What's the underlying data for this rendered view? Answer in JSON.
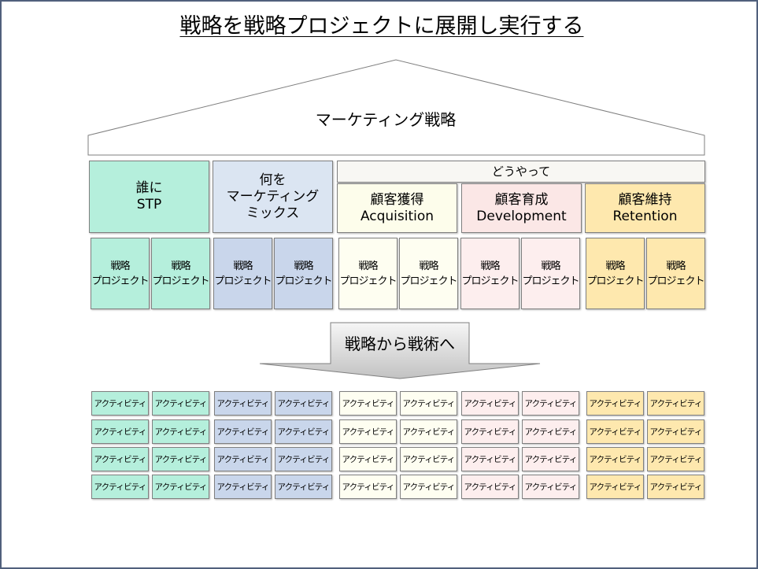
{
  "title": "戦略を戦略プロジェクトに展開し実行する",
  "roof": {
    "label": "マーケティング戦略"
  },
  "pillars": {
    "who": {
      "lines": [
        "誰に",
        "STP"
      ]
    },
    "what": {
      "lines": [
        "何を",
        "マーケティング",
        "ミックス"
      ]
    },
    "how": {
      "header": "どうやって",
      "stages": [
        {
          "jp": "顧客獲得",
          "en": "Acquisition"
        },
        {
          "jp": "顧客育成",
          "en": "Development"
        },
        {
          "jp": "顧客維持",
          "en": "Retention"
        }
      ]
    }
  },
  "projects": [
    {
      "lines": [
        "戦略",
        "プロジェクト"
      ]
    },
    {
      "lines": [
        "戦略",
        "プロジェクト"
      ]
    },
    {
      "lines": [
        "戦略",
        "プロジェクト"
      ]
    },
    {
      "lines": [
        "戦略",
        "プロジェクト"
      ]
    },
    {
      "lines": [
        "戦略",
        "プロジェクト"
      ]
    },
    {
      "lines": [
        "戦略",
        "プロジェクト"
      ]
    },
    {
      "lines": [
        "戦略",
        "プロジェクト"
      ]
    },
    {
      "lines": [
        "戦略",
        "プロジェクト"
      ]
    },
    {
      "lines": [
        "戦略",
        "プロジェクト"
      ]
    },
    {
      "lines": [
        "戦略",
        "プロジェクト"
      ]
    }
  ],
  "arrow": {
    "label": "戦略から戦術へ"
  },
  "activities": [
    [
      "アクティビティ",
      "アクティビティ",
      "アクティビティ",
      "アクティビティ",
      "アクティビティ",
      "アクティビティ",
      "アクティビティ",
      "アクティビティ",
      "アクティビティ",
      "アクティビティ"
    ],
    [
      "アクティビティ",
      "アクティビティ",
      "アクティビティ",
      "アクティビティ",
      "アクティビティ",
      "アクティビティ",
      "アクティビティ",
      "アクティビティ",
      "アクティビティ",
      "アクティビティ"
    ],
    [
      "アクティビティ",
      "アクティビティ",
      "アクティビティ",
      "アクティビティ",
      "アクティビティ",
      "アクティビティ",
      "アクティビティ",
      "アクティビティ",
      "アクティビティ",
      "アクティビティ"
    ],
    [
      "アクティビティ",
      "アクティビティ",
      "アクティビティ",
      "アクティビティ",
      "アクティビティ",
      "アクティビティ",
      "アクティビティ",
      "アクティビティ",
      "アクティビティ",
      "アクティビティ"
    ]
  ],
  "colors": {
    "who": "#b5efdc",
    "what_pillar": "#dbe5f2",
    "what": "#c9d6eb",
    "how_header": "#f8f7f3",
    "acquisition_stage": "#fdfdeb",
    "acquisition": "#fefef1",
    "development_stage": "#fbe7e6",
    "development": "#fdeeee",
    "retention": "#fee8ae"
  }
}
